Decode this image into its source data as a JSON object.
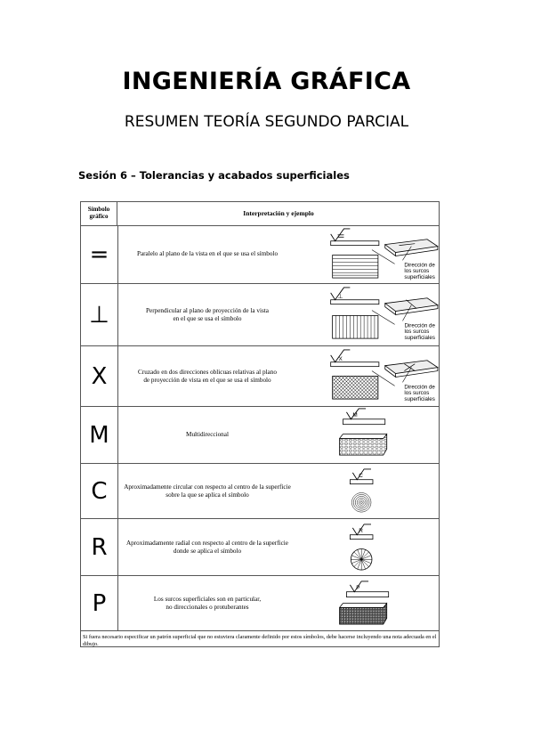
{
  "document": {
    "title": "INGENIERÍA GRÁFICA",
    "subtitle": "RESUMEN TEORÍA SEGUNDO PARCIAL",
    "section": "Sesión 6 – Tolerancias y acabados superficiales"
  },
  "table": {
    "header_symbol": "Símbolo\ngráfico",
    "header_interpretation": "Interpretación y ejemplo",
    "rows": [
      {
        "symbol": "=",
        "description": "Paralelo al plano de la vista en el que se usa el símbolo",
        "label1": "Dirección de",
        "label2": "los surcos",
        "label3": "superficiales",
        "mark": "="
      },
      {
        "symbol": "⊥",
        "description": "Perpendicular al plano de proyección de la vista\nen el que se usa el símbolo",
        "label1": "Dirección de",
        "label2": "los surcos",
        "label3": "superficiales",
        "mark": "⊥"
      },
      {
        "symbol": "X",
        "description": "Cruzado en dos direcciones oblicuas relativas al plano\nde proyección de vista en el que se usa el símbolo",
        "label1": "Dirección de",
        "label2": "los surcos",
        "label3": "superficiales",
        "mark": "X"
      },
      {
        "symbol": "M",
        "description": "Multidireccional",
        "mark": "M"
      },
      {
        "symbol": "C",
        "description": "Aproximadamente circular con respecto al centro de la superficie\nsobre la que se aplica el símbolo",
        "mark": "C"
      },
      {
        "symbol": "R",
        "description": "Aproximadamente radial con respecto al centro de la superficie\ndonde se aplica el símbolo",
        "mark": "R"
      },
      {
        "symbol": "P",
        "description": "Los surcos superficiales son en particular,\nno direccionales o protuberantes",
        "mark": "P"
      }
    ],
    "note": "Si fuera necesario especificar un patrón superficial que no estuviera claramente definido por estos símbolos, debe hacerse incluyendo una nota adecuada en el dibujo."
  }
}
